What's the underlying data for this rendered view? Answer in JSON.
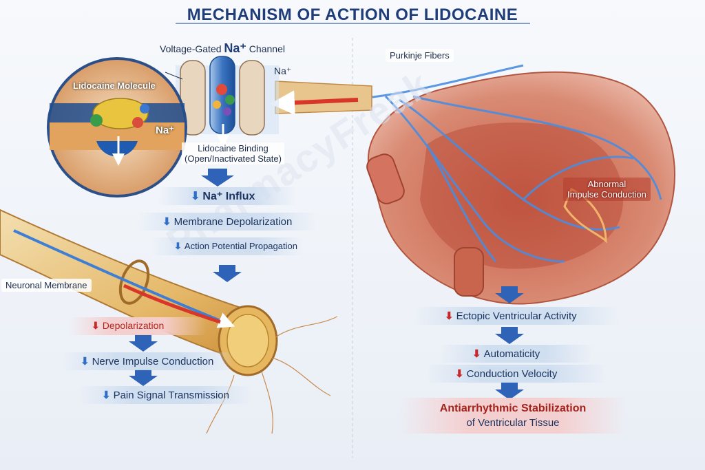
{
  "title": "MECHANISM OF ACTION OF LIDOCAINE",
  "watermark": "PharmacyFreak",
  "labels": {
    "channel_prefix": "Voltage-Gated ",
    "channel_na": "Na⁺",
    "channel_suffix": " Channel",
    "na_ion": "Na⁺",
    "na_inside": "Na⁺",
    "lidocaine_molecule": "Lidocaine Molecule",
    "binding_line1": "Lidocaine Binding",
    "binding_line2": "(Open/Inactivated State)",
    "neuronal_membrane": "Neuronal Membrane",
    "purkinje": "Purkinje Fibers",
    "abnormal_line1": "Abnormal",
    "abnormal_line2": "Impulse Conduction"
  },
  "nerve_steps": [
    {
      "arrow": "⬇",
      "text": "Na⁺ Influx"
    },
    {
      "arrow": "⬇",
      "text": "Membrane Depolarization"
    },
    {
      "arrow": "⬇",
      "text": "Action Potential Propagation"
    },
    {
      "arrow": "⬇",
      "text": "Depolarization"
    },
    {
      "arrow": "⬇",
      "text": "Nerve Impulse Conduction"
    },
    {
      "arrow": "⬇",
      "text": "Pain Signal Transmission"
    }
  ],
  "cardiac_steps": [
    {
      "arrow": "⬇",
      "text": "Ectopic Ventricular Activity"
    },
    {
      "arrow": "⬇",
      "text": "Automaticity"
    },
    {
      "arrow": "⬇",
      "text": "Conduction Velocity"
    }
  ],
  "outcome": {
    "line1": "Antiarrhythmic Stabilization",
    "line2": "of Ventricular Tissue"
  },
  "colors": {
    "title": "#1f3d79",
    "decrease_blue": "#2f6fc8",
    "decrease_red": "#c7282a",
    "outcome_red": "#a3231c",
    "heart": "#d77a66",
    "purkinje": "#3c7fd6",
    "nerve": "#e9c27b"
  }
}
